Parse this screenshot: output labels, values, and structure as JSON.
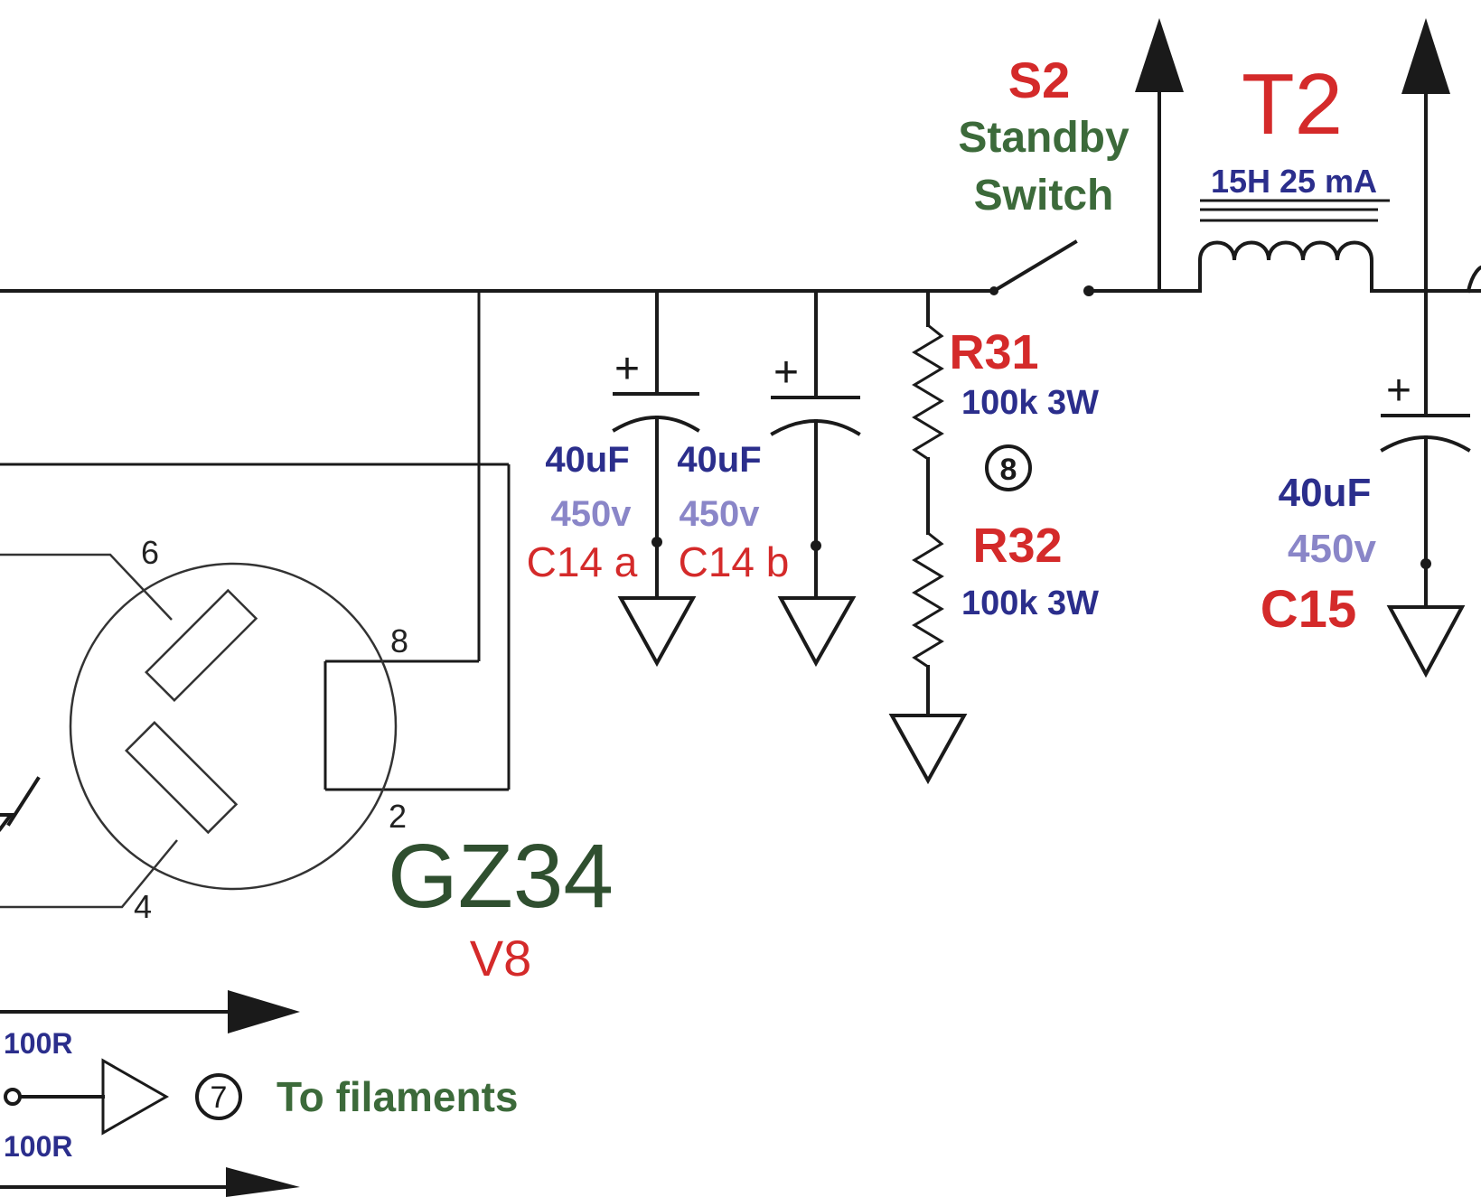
{
  "switch": {
    "ref": "S2",
    "desc_line1": "Standby",
    "desc_line2": "Switch"
  },
  "choke": {
    "ref": "T2",
    "value": "15H 25 mA"
  },
  "r31": {
    "ref": "R31",
    "value": "100k 3W"
  },
  "r32": {
    "ref": "R32",
    "value": "100k 3W"
  },
  "node8": "8",
  "node7": "7",
  "c14a": {
    "ref": "C14 a",
    "cap": "40uF",
    "volt": "450v",
    "plus": "+"
  },
  "c14b": {
    "ref": "C14 b",
    "cap": "40uF",
    "volt": "450v",
    "plus": "+"
  },
  "c15": {
    "ref": "C15",
    "cap": "40uF",
    "volt": "450v",
    "plus": "+"
  },
  "tube": {
    "type": "GZ34",
    "ref": "V8",
    "pins": {
      "p6": "6",
      "p8": "8",
      "p2": "2",
      "p4": "4"
    }
  },
  "filaments": {
    "label": "To filaments",
    "r_top": "100R",
    "r_bottom": "100R"
  },
  "colors": {
    "ref": "#d42a2a",
    "value": "#2b2e8c",
    "voltage": "#8a86c8",
    "desc": "#3c6a3a"
  }
}
